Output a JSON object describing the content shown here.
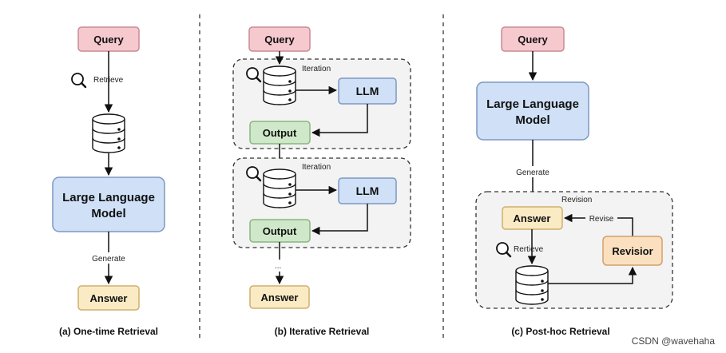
{
  "colors": {
    "query_fill": "#f6c9cf",
    "query_stroke": "#c98a93",
    "llm_fill": "#cfe0f7",
    "llm_stroke": "#7e98c2",
    "output_fill": "#cfe8c9",
    "output_stroke": "#8ab67f",
    "answer_fill": "#fbebc4",
    "answer_stroke": "#cfb06e",
    "revisior_fill": "#fbe0c0",
    "revisior_stroke": "#d3a06a",
    "panel_fill": "#f3f3f3"
  },
  "panel_a": {
    "query": "Query",
    "retrieve": "Retrieve",
    "llm_line1": "Large Language",
    "llm_line2": "Model",
    "generate": "Generate",
    "answer": "Answer",
    "caption": "(a) One-time Retrieval"
  },
  "panel_b": {
    "query": "Query",
    "iteration1": "Iteration",
    "llm1": "LLM",
    "output1": "Output",
    "iteration2": "Iteration",
    "llm2": "LLM",
    "output2": "Output",
    "ellipsis": "...",
    "answer": "Answer",
    "caption": "(b) Iterative Retrieval"
  },
  "panel_c": {
    "query": "Query",
    "llm_line1": "Large Language",
    "llm_line2": "Model",
    "generate": "Generate",
    "revision": "Revision",
    "answer": "Answer",
    "revise": "Revise",
    "retrieve": "Rertieve",
    "revisior": "Revisior",
    "caption": "(c) Post-hoc Retrieval"
  },
  "watermark": "CSDN @wavehaha"
}
